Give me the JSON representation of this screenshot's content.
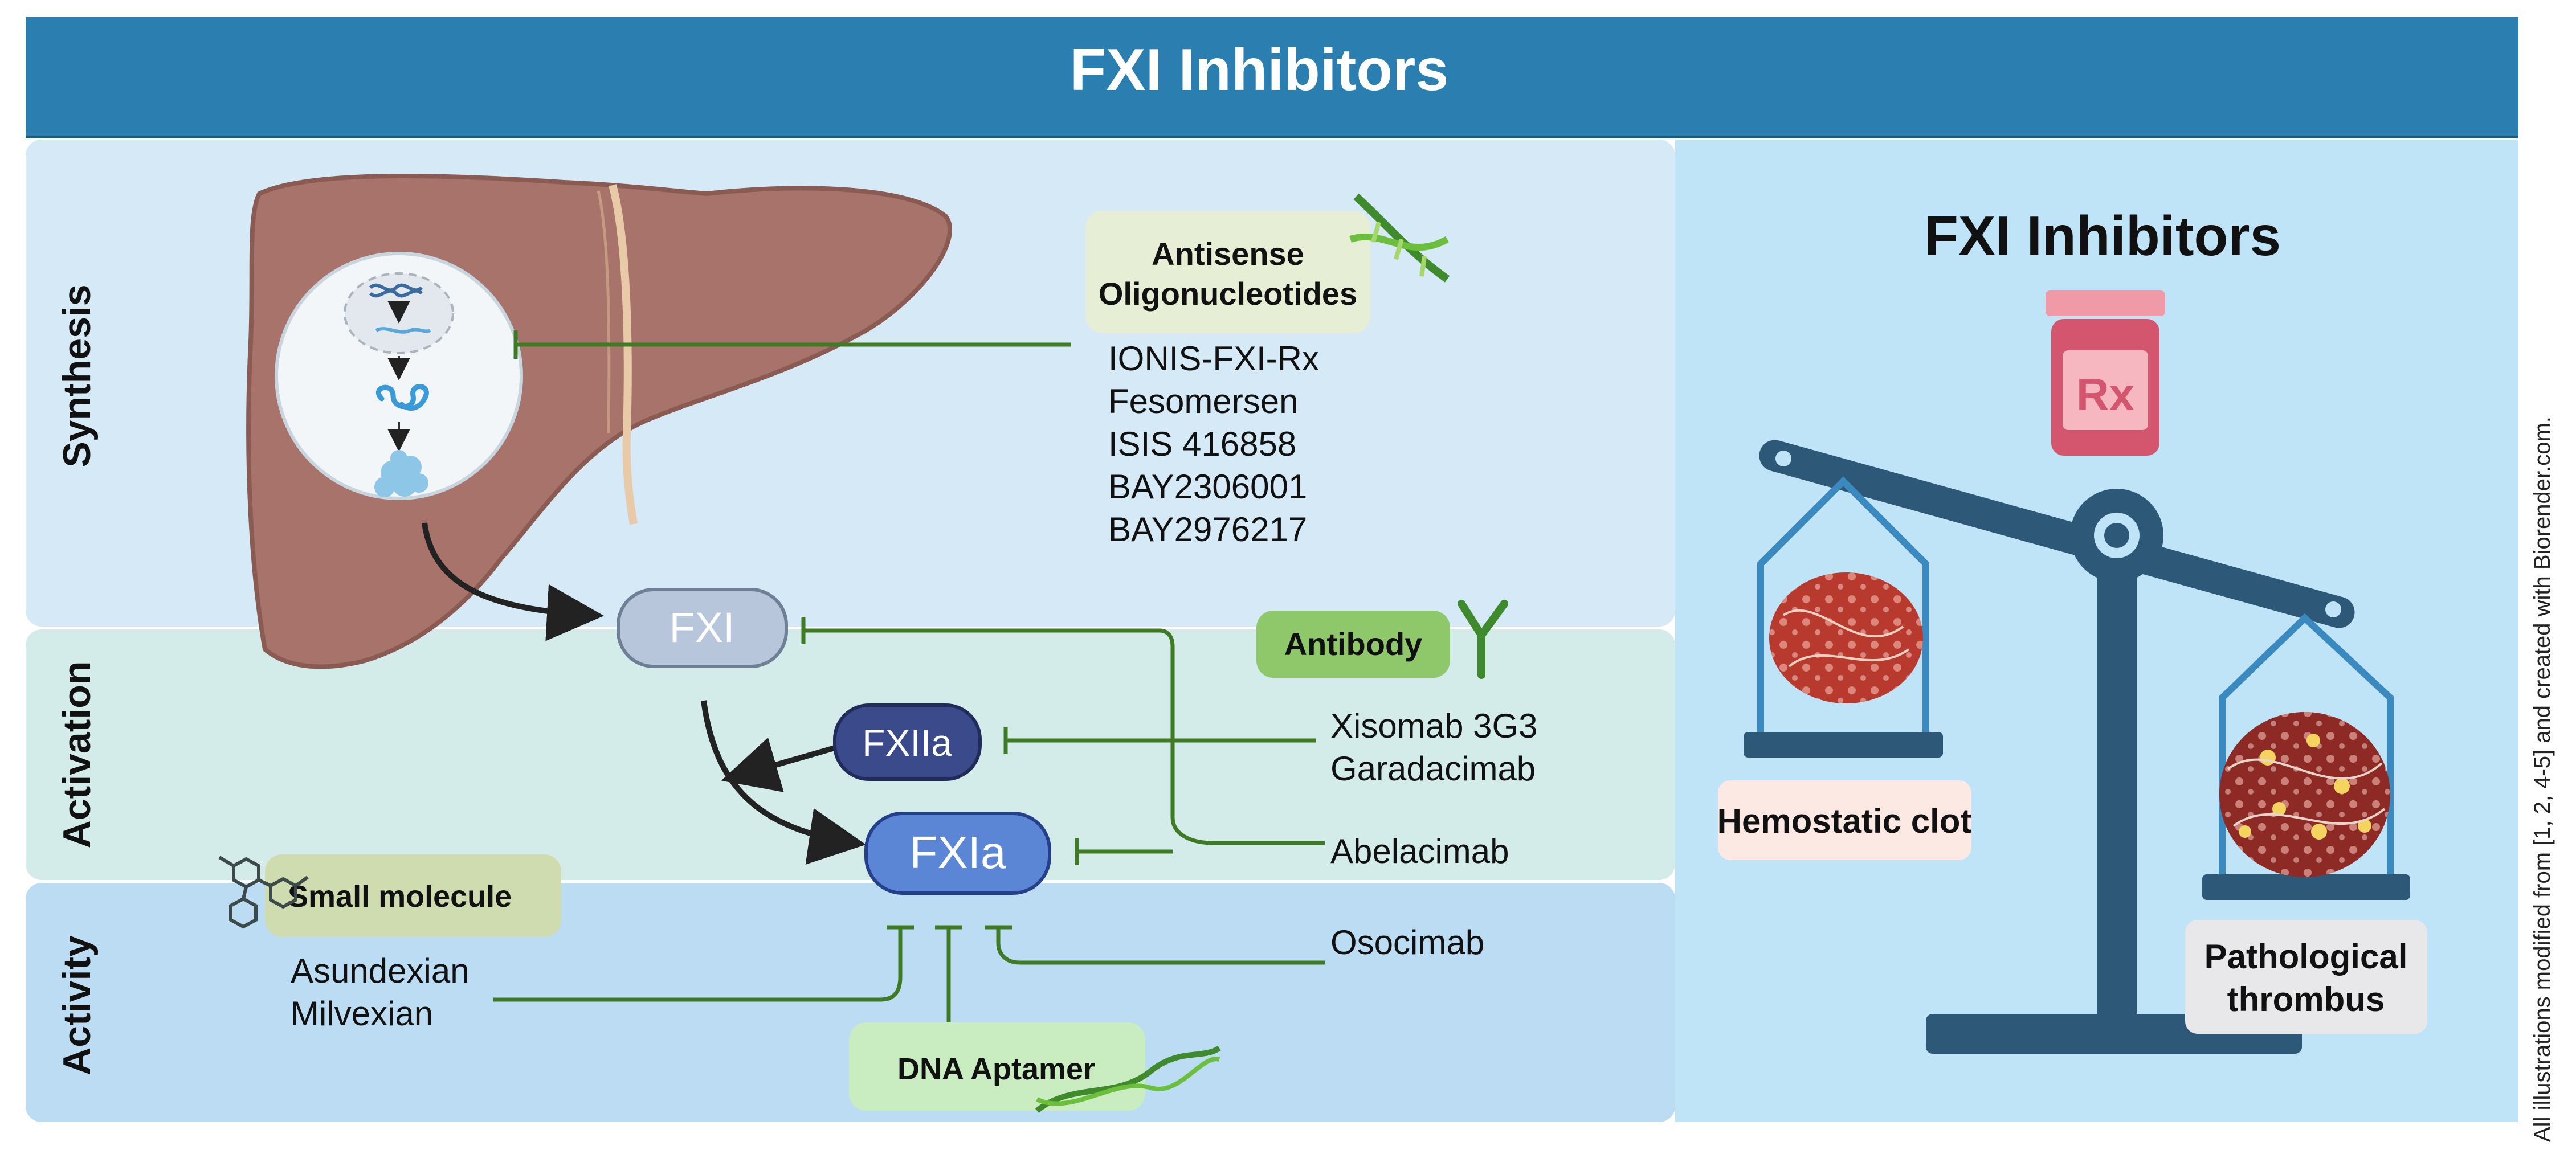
{
  "header": {
    "title": "FXI Inhibitors"
  },
  "stages": {
    "synthesis": "Synthesis",
    "activation": "Activation",
    "activity": "Activity"
  },
  "factors": {
    "fxi": "FXI",
    "fxiia": "FXIIa",
    "fxia": "FXIa"
  },
  "antisense": {
    "title_line1": "Antisense",
    "title_line2": "Oligonucleotides",
    "drugs": [
      "IONIS-FXI-Rx",
      "Fesomersen",
      "ISIS 416858",
      "BAY2306001",
      "BAY2976217"
    ]
  },
  "antibody": {
    "title": "Antibody",
    "drugs": [
      "Xisomab 3G3",
      "Garadacimab",
      "Abelacimab",
      "Osocimab"
    ]
  },
  "small_molecule": {
    "title": "Small molecule",
    "drugs": [
      "Asundexian",
      "Milvexian"
    ]
  },
  "aptamer": {
    "title": "DNA Aptamer"
  },
  "balance": {
    "title": "FXI Inhibitors",
    "rx": "Rx",
    "left_label": "Hemostatic clot",
    "right_label_line1": "Pathological",
    "right_label_line2": "thrombus"
  },
  "credit": "All illustrations modified from [1, 2, 4-5] and created with Biorender.com.",
  "colors": {
    "header": "#2a7fb0",
    "synthesis_band": "#d6e9f6",
    "activation_band": "#d3ece9",
    "activity_band": "#bcdcf3",
    "right_panel": "#bfe3f7",
    "inhibitor_line": "#3f7a24",
    "liver": "#a8736a",
    "fxi_pill": "#b7c6da",
    "fxiia_pill": "#3a4a8a",
    "fxia_pill": "#5b86d6",
    "balance": "#2d5878"
  }
}
